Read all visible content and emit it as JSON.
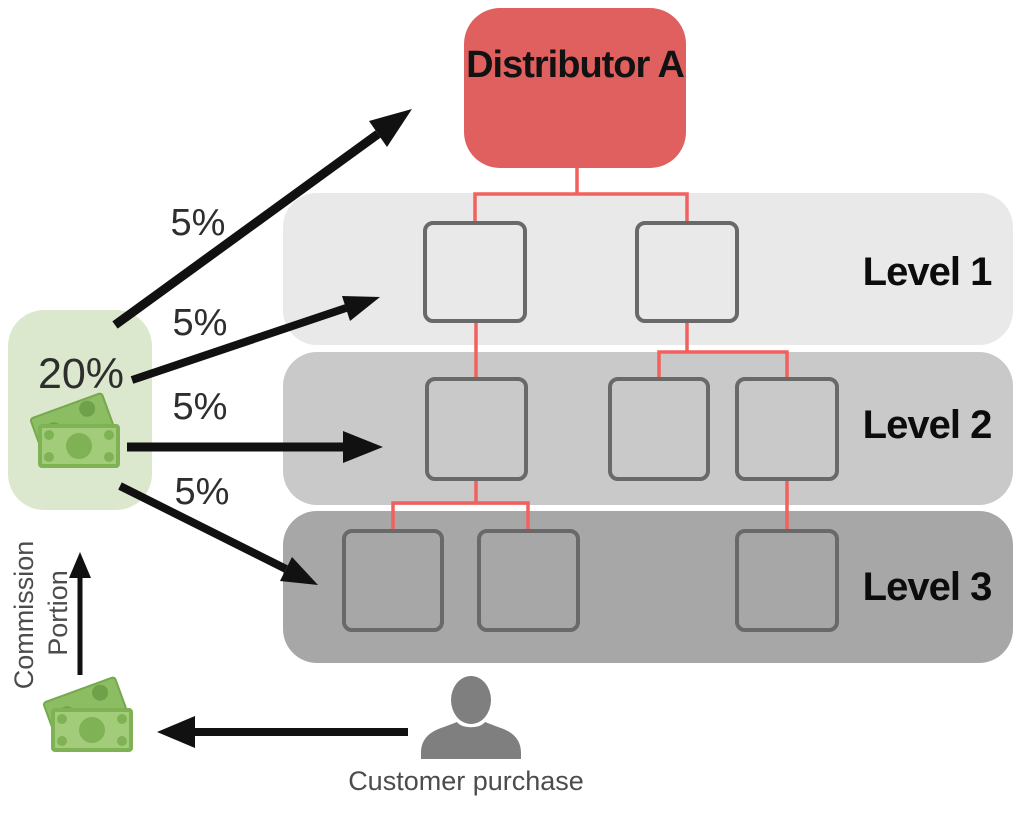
{
  "diagram": {
    "distributor": {
      "label": "Distributor A"
    },
    "levels": [
      {
        "label": "Level 1",
        "member_count": 2,
        "commission_rate": "5%"
      },
      {
        "label": "Level 2",
        "member_count": 3,
        "commission_rate": "5%"
      },
      {
        "label": "Level 3",
        "member_count": 3,
        "commission_rate": "5%"
      }
    ],
    "distributor_commission_rate": "5%",
    "direct_commission_rate": "20%",
    "captions": {
      "commission_line1": "Commission",
      "commission_line2": "Portion",
      "customer_purchase": "Customer purchase"
    },
    "colors": {
      "distributor_fill": "#e06060",
      "connector_red": "#f2615d",
      "level_fills": [
        "#e9e9e9",
        "#c9c9c9",
        "#a7a7a7"
      ],
      "commission_box_fill": "#dce8cd",
      "money_green": "#a3cc7a",
      "arrow_black": "#111111"
    },
    "icons": {
      "money": "money-bills-icon",
      "customer": "person-silhouette-icon"
    }
  }
}
